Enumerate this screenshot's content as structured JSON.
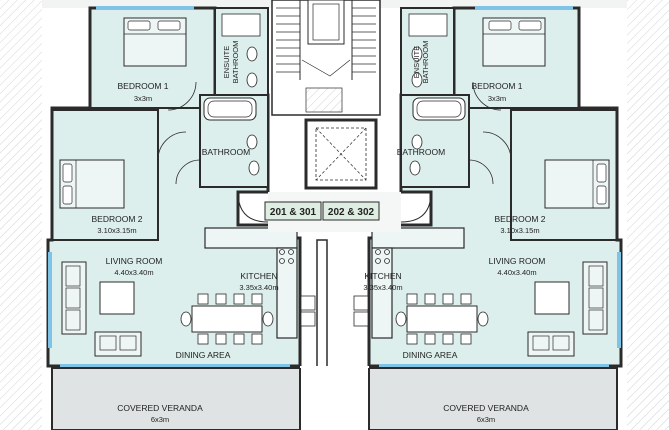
{
  "units": {
    "left": "201 & 301",
    "right": "202 & 302"
  },
  "rooms": {
    "left_bedroom1": {
      "name": "BEDROOM 1",
      "size": "3x3m"
    },
    "left_ensuite": {
      "name": "ENSUITE",
      "name2": "BATHROOM"
    },
    "left_bathroom": {
      "name": "BATHROOM"
    },
    "left_bedroom2": {
      "name": "BEDROOM 2",
      "size": "3.10x3.15m"
    },
    "left_living": {
      "name": "LIVING ROOM",
      "size": "4.40x3.40m"
    },
    "left_kitchen": {
      "name": "KITCHEN",
      "size": "3.35x3.40m"
    },
    "left_dining": {
      "name": "DINING AREA"
    },
    "left_veranda": {
      "name": "COVERED VERANDA",
      "size": "6x3m"
    },
    "right_bedroom1": {
      "name": "BEDROOM 1",
      "size": "3x3m"
    },
    "right_ensuite": {
      "name": "ENSUITE",
      "name2": "BATHROOM"
    },
    "right_bathroom": {
      "name": "BATHROOM"
    },
    "right_bedroom2": {
      "name": "BEDROOM 2",
      "size": "3.10x3.15m"
    },
    "right_living": {
      "name": "LIVING ROOM",
      "size": "4.40x3.40m"
    },
    "right_kitchen": {
      "name": "KITCHEN",
      "size": "3.35x3.40m"
    },
    "right_dining": {
      "name": "DINING AREA"
    },
    "right_veranda": {
      "name": "COVERED VERANDA",
      "size": "6x3m"
    }
  },
  "colors": {
    "floor": "#dcefec",
    "wall": "#2b2b2b",
    "veranda": "#dfe3e3",
    "label_bg": "#dfeee2",
    "glass": "#7fc4e6"
  }
}
